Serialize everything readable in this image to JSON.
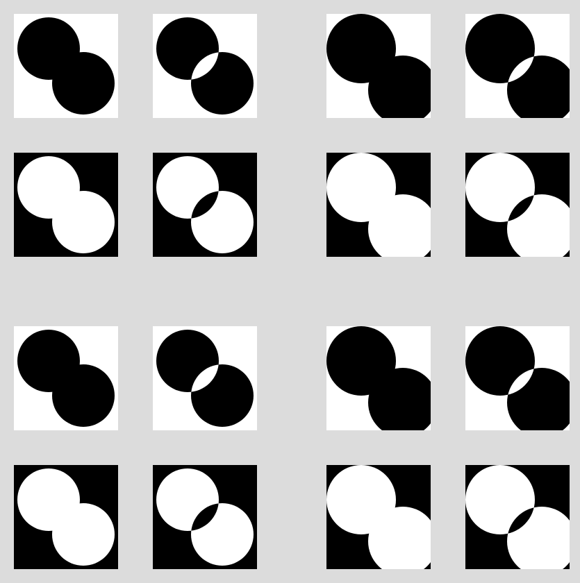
{
  "colors": {
    "page_background": "#dcdcdc",
    "dark": "#000000",
    "light": "#ffffff"
  },
  "tile_groups": [
    {
      "group": "top-left",
      "tiles": [
        {
          "background": "white",
          "circles": "black",
          "overlap": "union",
          "circle_size": "small"
        },
        {
          "background": "white",
          "circles": "black",
          "overlap": "xor",
          "circle_size": "small"
        },
        {
          "background": "black",
          "circles": "white",
          "overlap": "union",
          "circle_size": "small"
        },
        {
          "background": "black",
          "circles": "white",
          "overlap": "xor",
          "circle_size": "small"
        }
      ]
    },
    {
      "group": "top-right",
      "tiles": [
        {
          "background": "white",
          "circles": "black",
          "overlap": "union",
          "circle_size": "large"
        },
        {
          "background": "white",
          "circles": "black",
          "overlap": "xor",
          "circle_size": "large"
        },
        {
          "background": "black",
          "circles": "white",
          "overlap": "union",
          "circle_size": "large"
        },
        {
          "background": "black",
          "circles": "white",
          "overlap": "xor",
          "circle_size": "large"
        }
      ]
    },
    {
      "group": "bottom-left",
      "tiles": [
        {
          "background": "white",
          "circles": "black",
          "overlap": "union",
          "circle_size": "small"
        },
        {
          "background": "white",
          "circles": "black",
          "overlap": "xor",
          "circle_size": "small"
        },
        {
          "background": "black",
          "circles": "white",
          "overlap": "union",
          "circle_size": "small"
        },
        {
          "background": "black",
          "circles": "white",
          "overlap": "xor",
          "circle_size": "small"
        }
      ]
    },
    {
      "group": "bottom-right",
      "tiles": [
        {
          "background": "white",
          "circles": "black",
          "overlap": "union",
          "circle_size": "large"
        },
        {
          "background": "white",
          "circles": "black",
          "overlap": "xor",
          "circle_size": "large"
        },
        {
          "background": "black",
          "circles": "white",
          "overlap": "union",
          "circle_size": "large"
        },
        {
          "background": "black",
          "circles": "white",
          "overlap": "xor",
          "circle_size": "large"
        }
      ]
    }
  ]
}
